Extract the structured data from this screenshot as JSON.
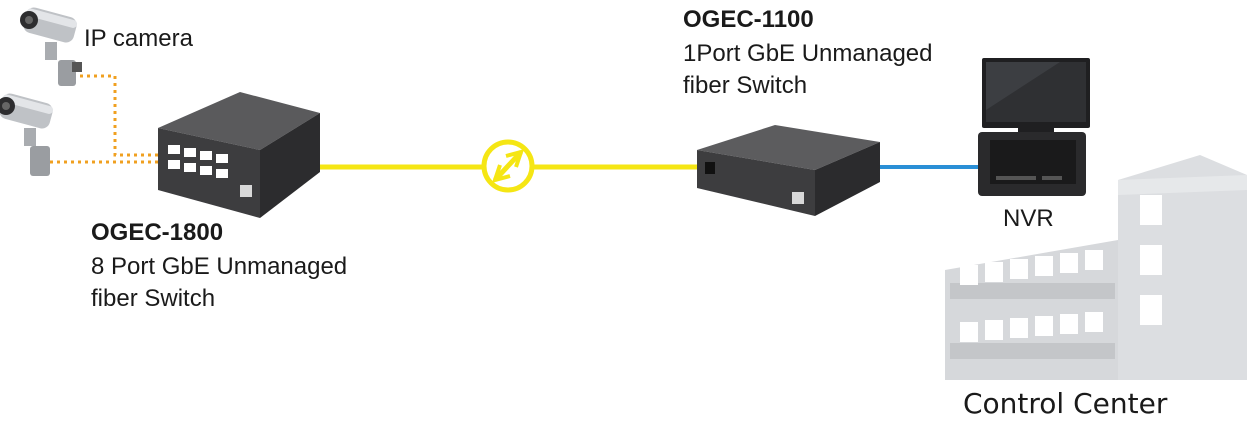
{
  "cameras": {
    "label": "IP camera"
  },
  "switch_left": {
    "model": "OGEC-1800",
    "desc_line1": "8 Port GbE Unmanaged",
    "desc_line2": "fiber Switch"
  },
  "switch_right": {
    "model": "OGEC-1100",
    "desc_line1": "1Port GbE Unmanaged",
    "desc_line2": "fiber Switch"
  },
  "nvr": {
    "label": "NVR"
  },
  "control_center": {
    "label": "Control Center"
  },
  "colors": {
    "fiber": "#f5e614",
    "copper_dotted": "#f0a020",
    "ethernet": "#2a8fd6",
    "building": "#d8dadd",
    "device": "#3b3b3d"
  },
  "icons": [
    "ip-camera-icon",
    "fiber-switch-icon",
    "fiber-connector-icon",
    "monitor-icon",
    "nvr-icon",
    "building-icon"
  ]
}
